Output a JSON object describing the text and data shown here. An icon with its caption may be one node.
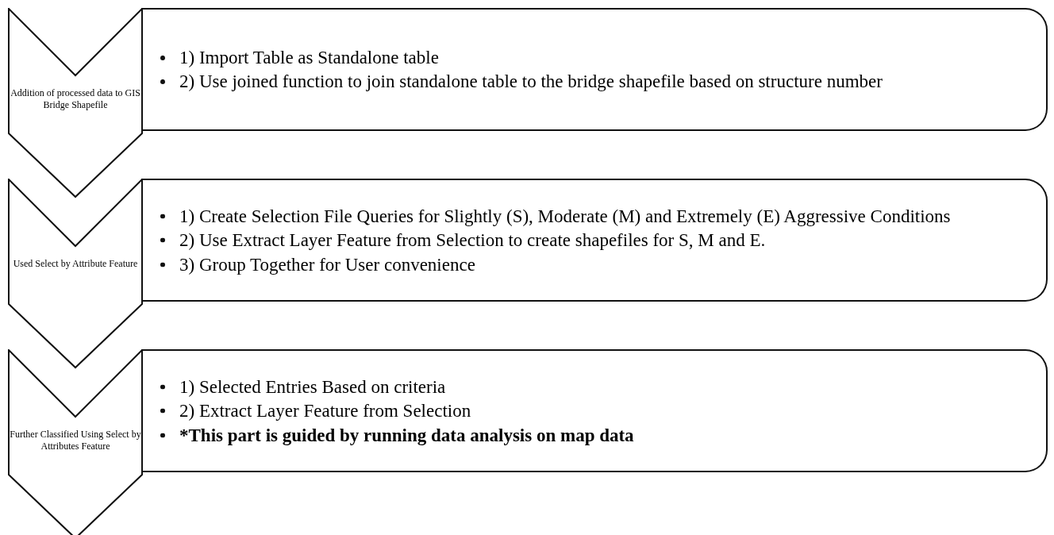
{
  "diagram": {
    "nodes": [
      {
        "text": [
          "Addition of processed data to GIS Bridge Shapefile"
        ]
      },
      {
        "text": [
          "1) Import Table as Standalone table",
          "2) Use joined function to join standalone table to the bridge shapefile based on structure number"
        ]
      },
      {
        "text": [
          "Used Select by Attribute Feature"
        ]
      },
      {
        "text": [
          "1) Create Selection File Queries for Slightly (S), Moderate (M) and Extremely (E) Aggressive Conditions",
          "2) Use Extract Layer Feature from Selection to create shapefiles for S, M and E.",
          "3) Group Together for User convenience"
        ]
      },
      {
        "text": [
          "Further Classified Using Select by Attributes Feature"
        ]
      },
      {
        "text": [
          "1) Selected Entries Based on criteria",
          "2) Extract Layer Feature from Selection",
          "***This part is guided by running data analysis on map data**"
        ]
      }
    ]
  }
}
